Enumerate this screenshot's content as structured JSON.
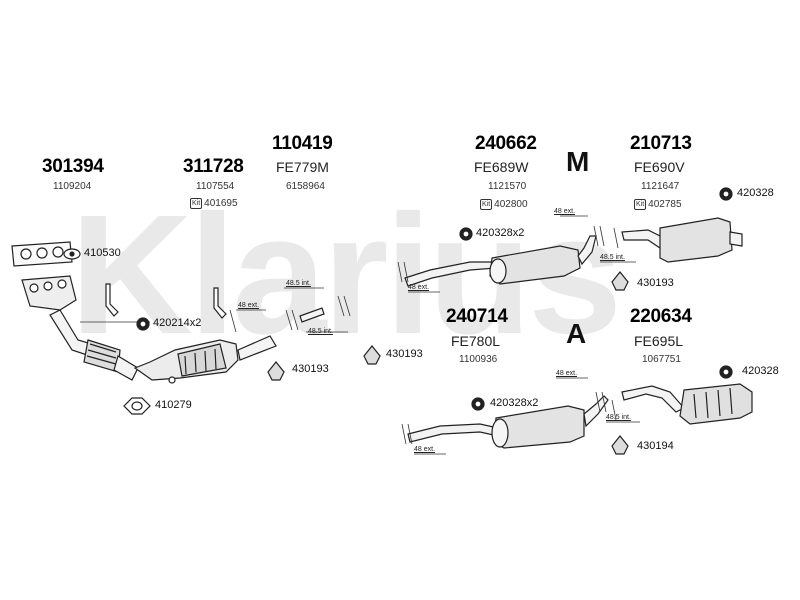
{
  "watermark": "Klarius",
  "groups": {
    "g301394": {
      "number": "301394",
      "oe": "1109204"
    },
    "g311728": {
      "number": "311728",
      "oe": "1107554",
      "kit": "401695"
    },
    "g110419": {
      "number": "110419",
      "ref": "FE779M",
      "oe": "6158964"
    },
    "g240662": {
      "number": "240662",
      "ref": "FE689W",
      "oe": "1121570",
      "kit": "402800"
    },
    "g210713": {
      "number": "210713",
      "ref": "FE690V",
      "oe": "1121647",
      "kit": "402785"
    },
    "g240714": {
      "number": "240714",
      "ref": "FE780L",
      "oe": "1100936"
    },
    "g220634": {
      "number": "220634",
      "ref": "FE695L",
      "oe": "1067751"
    }
  },
  "kit_tag": "Kit",
  "accessories": {
    "a410530": "410530",
    "a420214": "420214x2",
    "a410279": "410279",
    "a430193a": "430193",
    "a430193b": "430193",
    "a420328_top": "420328x2",
    "a430193c": "430193",
    "a420328_r1": "420328",
    "a420328_mid": "420328x2",
    "a420328_r2": "420328",
    "a430194": "430194"
  },
  "ext_labels": {
    "e1": "48 ext.",
    "e2": "48.5 int.",
    "e3": "48.5 int.",
    "e4": "48 ext.",
    "e5": "48 ext.",
    "e6": "48.5 int.",
    "e7": "48 ext.",
    "e8": "48 ext.",
    "e9": "48.5 int."
  },
  "symbols": {
    "m": "M",
    "a": "A"
  }
}
